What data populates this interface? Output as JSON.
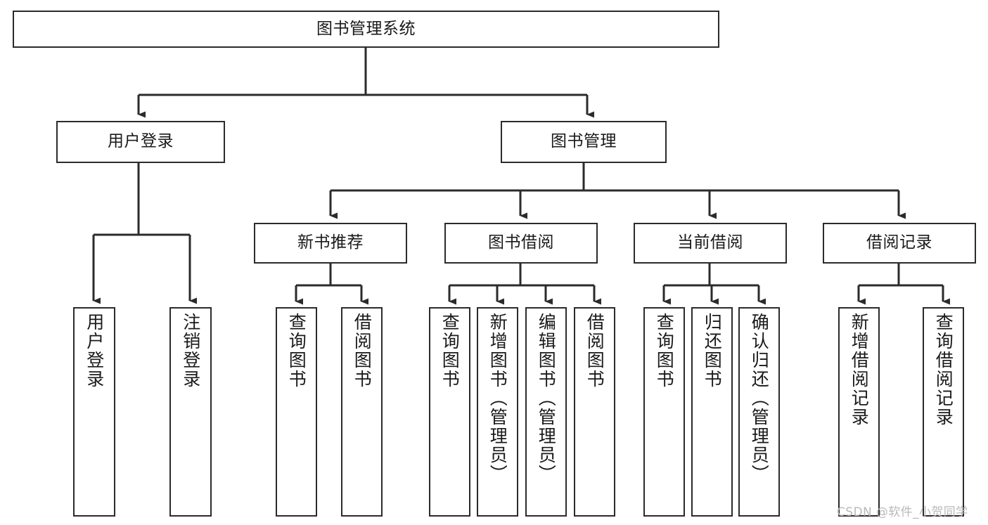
{
  "diagram": {
    "type": "hierarchy-tree",
    "title": "图书管理系统",
    "colors": {
      "box_stroke": "#2b2b2b",
      "box_fill": "#ffffff",
      "edge_stroke": "#2b2b2b",
      "text": "#1a1a1a",
      "watermark": "#b9b9b9"
    },
    "root": {
      "label": "图书管理系统"
    },
    "level2": [
      {
        "label": "用户登录"
      },
      {
        "label": "图书管理"
      }
    ],
    "level3": [
      {
        "label": "新书推荐"
      },
      {
        "label": "图书借阅"
      },
      {
        "label": "当前借阅"
      },
      {
        "label": "借阅记录"
      }
    ],
    "leaves": {
      "user_login": [
        {
          "label": "用户登录"
        },
        {
          "label": "注销登录"
        }
      ],
      "new_book_recommend": [
        {
          "label": "查询图书"
        },
        {
          "label": "借阅图书"
        }
      ],
      "book_borrow": [
        {
          "label": "查询图书"
        },
        {
          "label": "新增图书（管理员）"
        },
        {
          "label": "编辑图书（管理员）"
        },
        {
          "label": "借阅图书"
        }
      ],
      "current_borrow": [
        {
          "label": "查询图书"
        },
        {
          "label": "归还图书"
        },
        {
          "label": "确认归还（管理员）"
        }
      ],
      "borrow_records": [
        {
          "label": "新增借阅记录"
        },
        {
          "label": "查询借阅记录"
        }
      ]
    }
  },
  "watermark": {
    "text": "CSDN @软件_小贺同学"
  }
}
